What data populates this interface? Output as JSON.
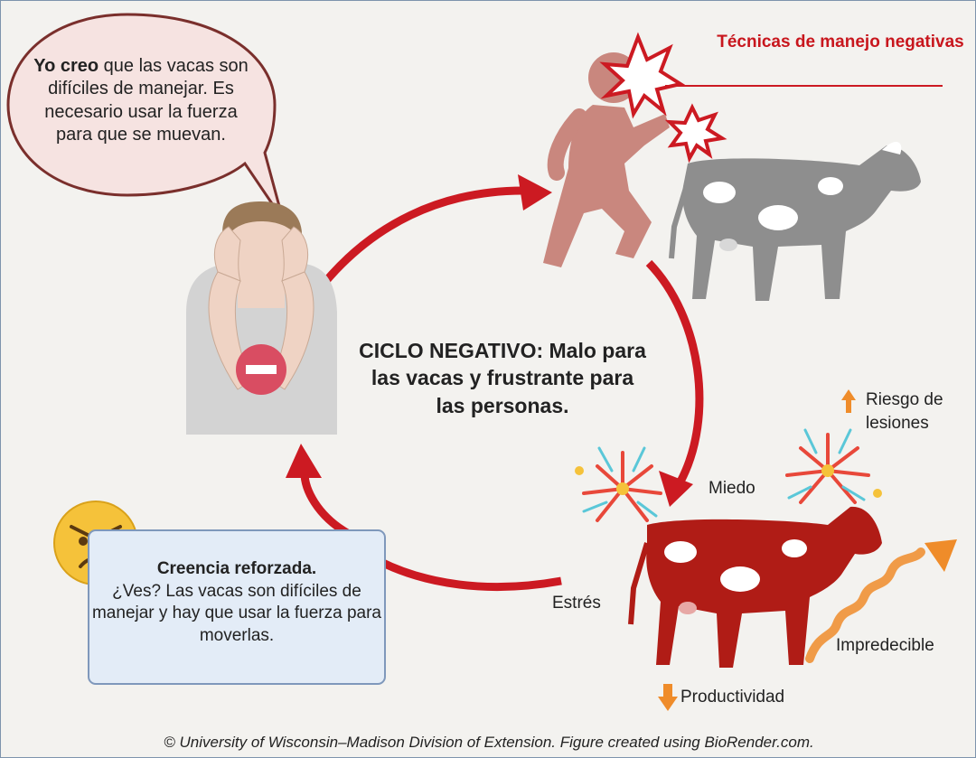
{
  "speech_bubble": {
    "bold_lead": "Yo creo",
    "text": " que las vacas son difíciles de manejar. Es necesario usar la fuerza para que se muevan."
  },
  "techniques_title": "Técnicas de manejo negativas",
  "cycle_label": "CICLO NEGATIVO: Malo para las vacas y frustrante para las personas.",
  "belief_box": {
    "title": "Creencia reforzada.",
    "text": "¿Ves? Las vacas son difíciles de manejar y hay que usar la fuerza para moverlas."
  },
  "effects": {
    "fear": "Miedo",
    "stress": "Estrés",
    "injury_risk": "Riesgo de lesiones",
    "unpredictable": "Impredecible",
    "productivity": "Productividad"
  },
  "footer": "© University of Wisconsin–Madison Division of Extension. Figure created using BioRender.com.",
  "colors": {
    "arrow_red": "#cc1a22",
    "title_red": "#c8161d",
    "bubble_fill": "#f6e3e1",
    "bubble_border": "#7a2f2c",
    "belief_fill": "#e3ecf7",
    "belief_border": "#7f98bb",
    "cow_gray": "#8e8e8e",
    "cow_red": "#b01c16",
    "person_pink": "#c9877e",
    "orange": "#ef8c2a"
  }
}
